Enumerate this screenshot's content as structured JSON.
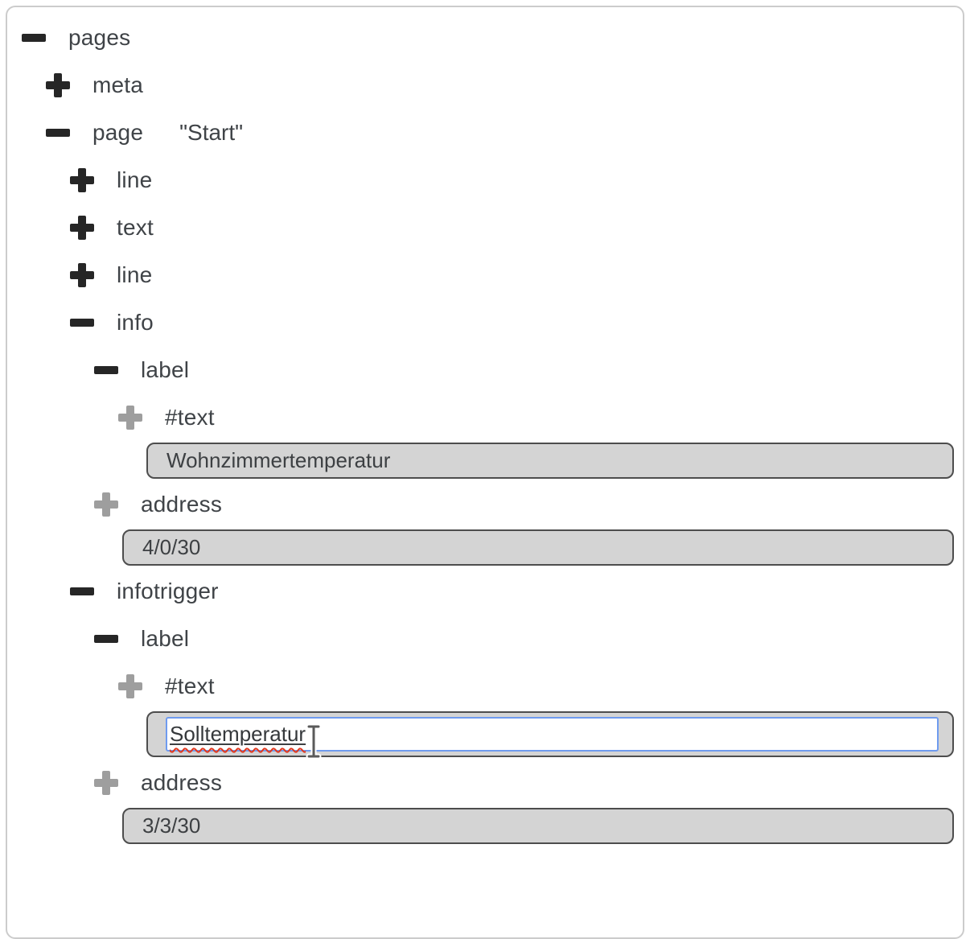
{
  "panel": {
    "kind": "xml-tree-editor"
  },
  "colors": {
    "panel_border": "#cccccc",
    "icon_dark": "#262626",
    "icon_gray": "#9e9e9e",
    "label_text": "#3f4347",
    "input_bg": "#d4d4d4",
    "input_border": "#4d4d4d",
    "focus_ring": "#6f9bef",
    "spellcheck_red": "#e2371d"
  },
  "tree": {
    "rows": [
      {
        "type": "node",
        "label": "pages",
        "level": 0,
        "icon": "minus",
        "tone": "dark"
      },
      {
        "type": "node",
        "label": "meta",
        "level": 1,
        "icon": "plus",
        "tone": "dark"
      },
      {
        "type": "node",
        "label": "page",
        "level": 1,
        "icon": "minus",
        "tone": "dark",
        "value": "\"Start\""
      },
      {
        "type": "node",
        "label": "line",
        "level": 2,
        "icon": "plus",
        "tone": "dark"
      },
      {
        "type": "node",
        "label": "text",
        "level": 2,
        "icon": "plus",
        "tone": "dark"
      },
      {
        "type": "node",
        "label": "line",
        "level": 2,
        "icon": "plus",
        "tone": "dark"
      },
      {
        "type": "node",
        "label": "info",
        "level": 2,
        "icon": "minus",
        "tone": "dark"
      },
      {
        "type": "node",
        "label": "label",
        "level": 3,
        "icon": "minus",
        "tone": "dark"
      },
      {
        "type": "node",
        "label": "#text",
        "level": 4,
        "icon": "plus",
        "tone": "gray"
      },
      {
        "type": "input",
        "value": "Wohnzimmertemperatur",
        "level": 4,
        "state": "readonly"
      },
      {
        "type": "node",
        "label": "address",
        "level": 3,
        "icon": "plus",
        "tone": "gray"
      },
      {
        "type": "input",
        "value": "4/0/30",
        "level": 3,
        "state": "readonly"
      },
      {
        "type": "node",
        "label": "infotrigger",
        "level": 2,
        "icon": "minus",
        "tone": "dark"
      },
      {
        "type": "node",
        "label": "label",
        "level": 3,
        "icon": "minus",
        "tone": "dark"
      },
      {
        "type": "node",
        "label": "#text",
        "level": 4,
        "icon": "plus",
        "tone": "gray"
      },
      {
        "type": "input",
        "value": "Solltemperatur",
        "level": 4,
        "state": "editing"
      },
      {
        "type": "node",
        "label": "address",
        "level": 3,
        "icon": "plus",
        "tone": "gray"
      },
      {
        "type": "input",
        "value": "3/3/30",
        "level": 3,
        "state": "readonly"
      }
    ]
  }
}
